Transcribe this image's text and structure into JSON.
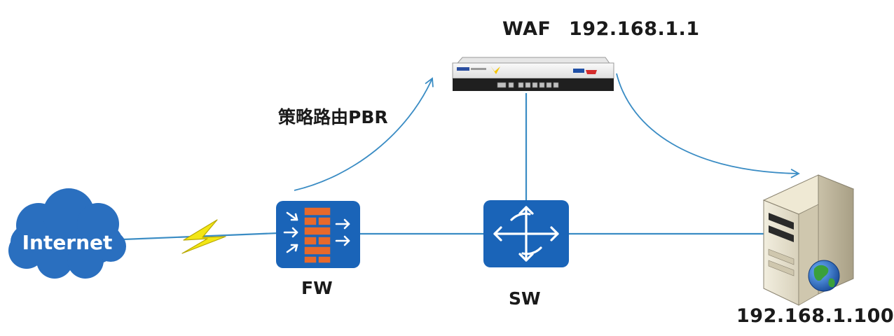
{
  "nodes": {
    "internet": {
      "label": "Internet"
    },
    "firewall": {
      "label": "FW"
    },
    "switch": {
      "label": "SW"
    },
    "waf": {
      "label": "WAF",
      "ip": "192.168.1.1"
    },
    "server": {
      "ip": "192.168.1.100"
    }
  },
  "edges": {
    "pbr_label": "策略路由PBR"
  },
  "colors": {
    "link": "#3a8cc4",
    "device_blue": "#1a64b8",
    "cloud_blue": "#2a6fbf",
    "bolt": "#f3e615",
    "brick": "#e8692b"
  },
  "icons": {
    "internet": "cloud-icon",
    "firewall": "firewall-icon",
    "switch": "switch-icon",
    "waf": "waf-appliance-icon",
    "server": "server-icon",
    "server_badge": "globe-icon",
    "wan_link": "lightning-bolt-icon"
  }
}
